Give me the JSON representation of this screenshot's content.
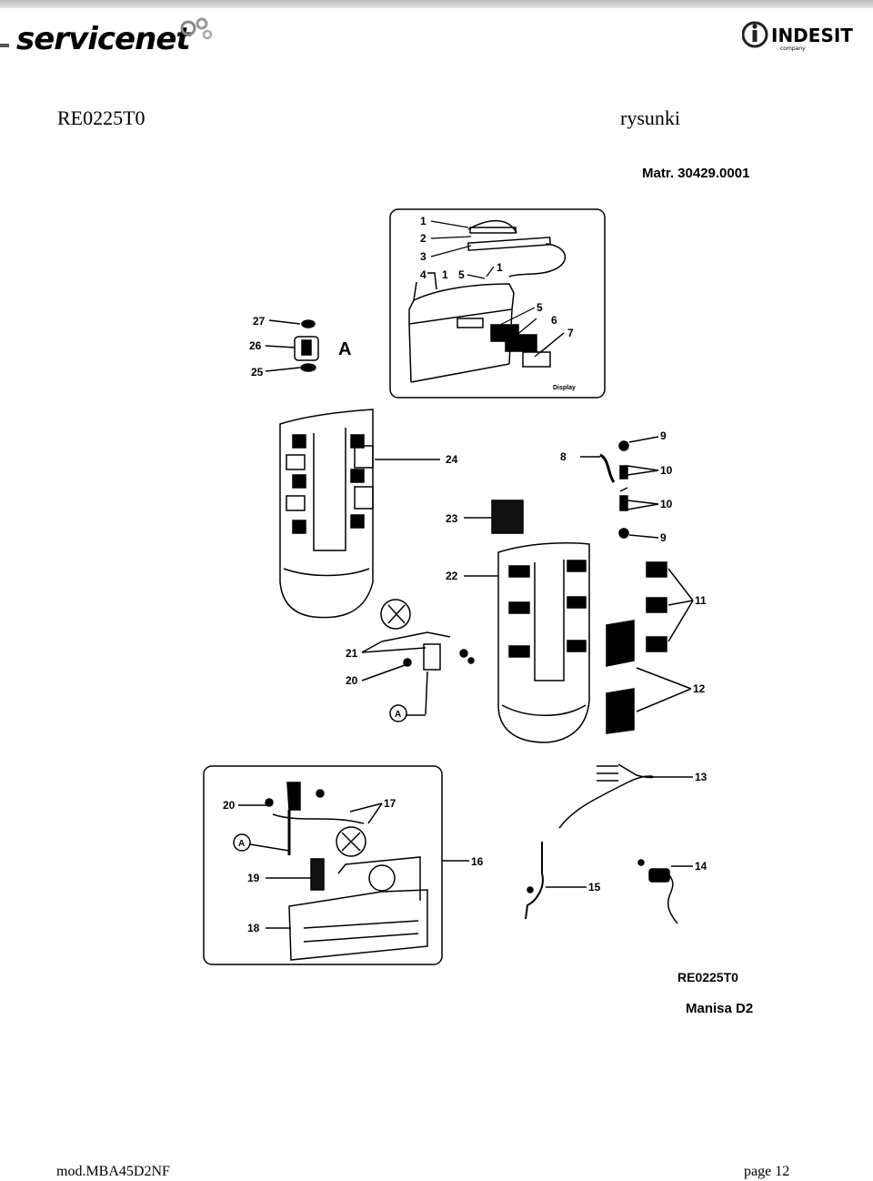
{
  "header": {
    "brand": {
      "part1": "service",
      "part2": "net",
      "icon": "gears-icon"
    },
    "partner": {
      "name": "INDESIT",
      "sub": "company",
      "icon": "indesit-i-icon"
    }
  },
  "document": {
    "code": "RE0225T0",
    "section": "rysunki",
    "matr": "Matr. 30429.0001"
  },
  "drawing": {
    "labels": {
      "n1a": "1",
      "n2": "2",
      "n3": "3",
      "n4": "4",
      "n1b": "1",
      "n5a": "5",
      "n1c": "1",
      "n5b": "5",
      "n6": "6",
      "n7": "7",
      "display": "Display",
      "n27": "27",
      "n26": "26",
      "n25": "25",
      "A1": "A",
      "n24": "24",
      "n8": "8",
      "n9a": "9",
      "n10a": "10",
      "n10b": "10",
      "n9b": "9",
      "n23": "23",
      "n22": "22",
      "n11": "11",
      "n21": "21",
      "n20a": "20",
      "A2": "A",
      "n12": "12",
      "n20b": "20",
      "n17": "17",
      "A3": "A",
      "n19": "19",
      "n18": "18",
      "n16": "16",
      "n13": "13",
      "n14": "14",
      "n15": "15"
    }
  },
  "model": {
    "code": "RE0225T0",
    "name": "Manisa D2"
  },
  "footer": {
    "template": "mod.MBA45D2NF",
    "page": "page 12"
  }
}
